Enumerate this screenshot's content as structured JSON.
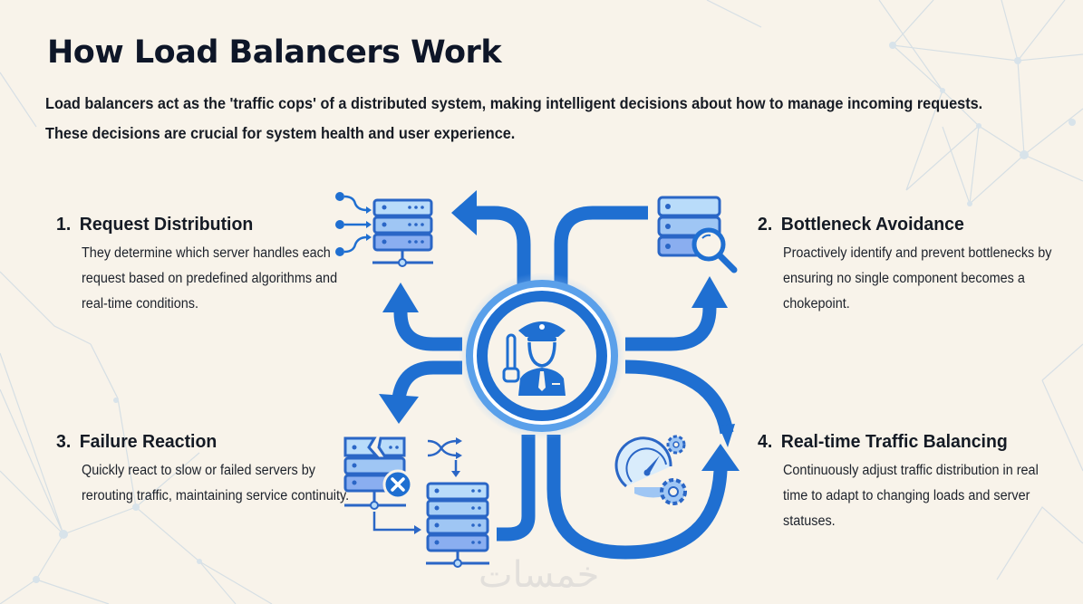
{
  "header": {
    "title": "How Load Balancers Work",
    "intro_line_1": "Load balancers act as the 'traffic cops' of a distributed system, making intelligent decisions about how to manage incoming requests.",
    "intro_line_2": "These decisions are crucial for system health and user experience."
  },
  "cards": [
    {
      "number": "1.",
      "title": "Request Distribution",
      "body": "They determine which server handles each request based on predefined algorithms and real-time conditions.",
      "icon": "server-rack-with-incoming-requests-icon"
    },
    {
      "number": "2.",
      "title": "Bottleneck Avoidance",
      "body": "Proactively identify and prevent bottlenecks by ensuring no single component becomes a chokepoint.",
      "icon": "server-magnifier-icon"
    },
    {
      "number": "3.",
      "title": "Failure Reaction",
      "body": "Quickly react to slow or failed servers by rerouting traffic, maintaining service continuity.",
      "icon": "failed-server-reroute-icon"
    },
    {
      "number": "4.",
      "title": "Real-time Traffic Balancing",
      "body": "Continuously adjust traffic distribution in real time to adapt to changing loads and server statuses.",
      "icon": "speedometer-gears-icon"
    }
  ],
  "center": {
    "icon": "traffic-cop-icon"
  },
  "colors": {
    "primary_blue": "#1f6fd1",
    "light_blue": "#8fc0f0",
    "pale_blue": "#cfe4fa",
    "background": "#f8f3ea",
    "text": "#141a24",
    "network_lines": "#cfdbe3"
  },
  "watermark": "خمسات"
}
